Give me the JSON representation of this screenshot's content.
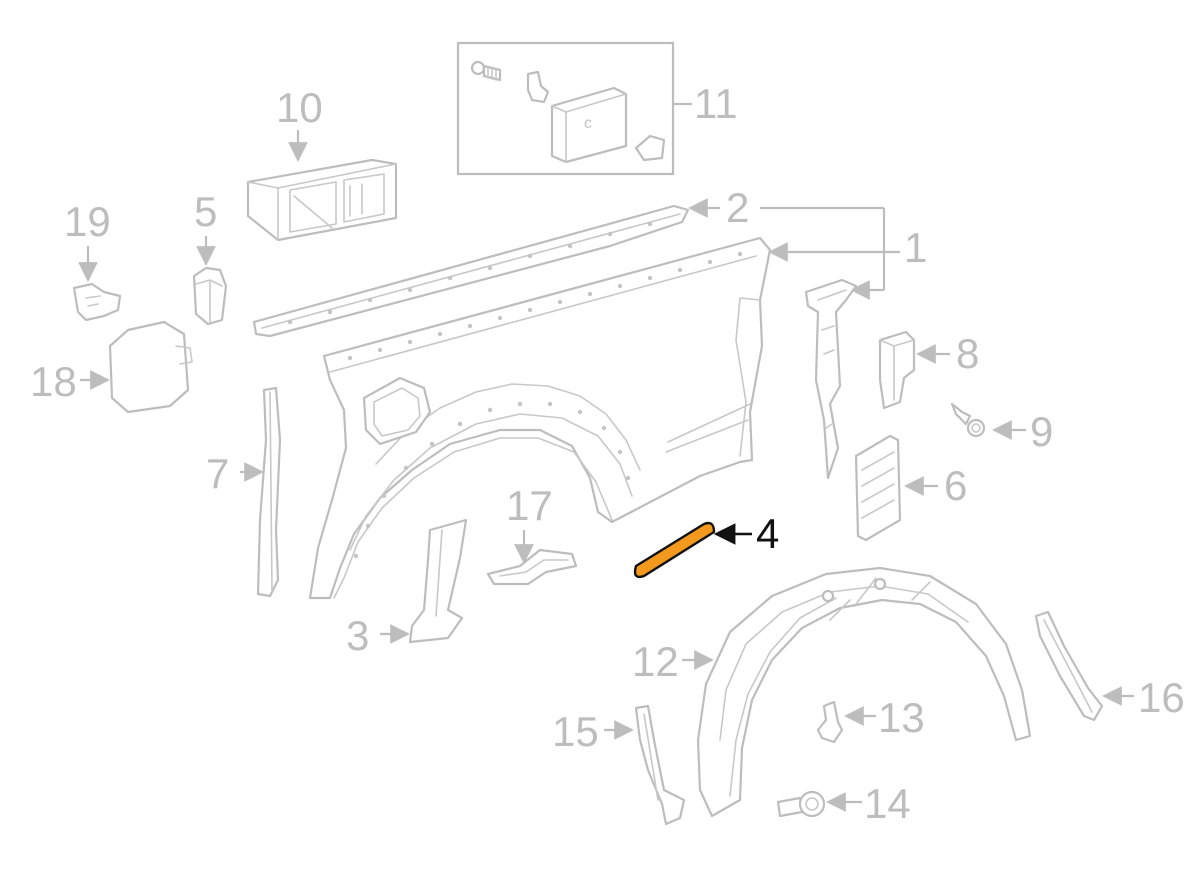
{
  "diagram": {
    "highlight_color": "#f39a1e",
    "line_color": "#bdbdbd",
    "active_label_color": "#111111",
    "highlighted_part": "4",
    "callouts": {
      "c1": "1",
      "c2": "2",
      "c3": "3",
      "c4": "4",
      "c5": "5",
      "c6": "6",
      "c7": "7",
      "c8": "8",
      "c9": "9",
      "c10": "10",
      "c11": "11",
      "c12": "12",
      "c13": "13",
      "c14": "14",
      "c15": "15",
      "c16": "16",
      "c17": "17",
      "c18": "18",
      "c19": "19"
    }
  }
}
